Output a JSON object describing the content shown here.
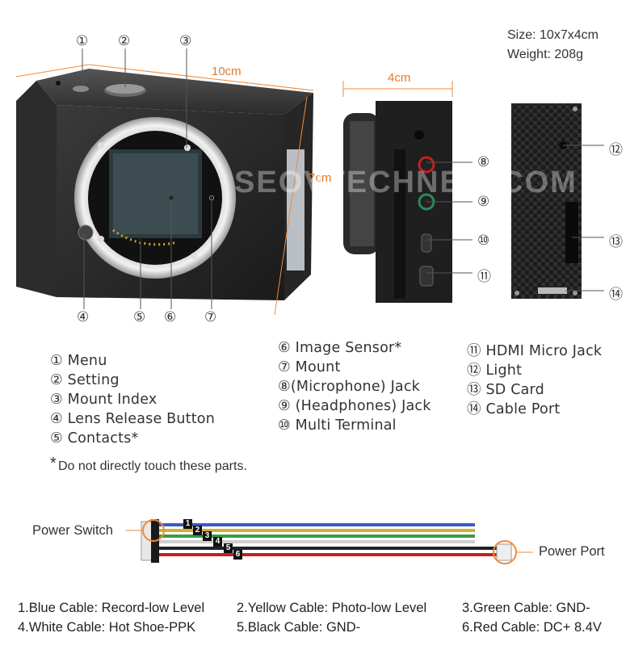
{
  "specs": {
    "size": "Size: 10x7x4cm",
    "weight": "Weight: 208g"
  },
  "dimensions": {
    "width": "10cm",
    "height": "7cm",
    "depth": "4cm"
  },
  "watermark": "SEOVTECHNEW.COM",
  "callouts": [
    "①",
    "②",
    "③",
    "④",
    "⑤",
    "⑥",
    "⑦",
    "⑧",
    "⑨",
    "⑩",
    "⑪",
    "⑫",
    "⑬",
    "⑭"
  ],
  "legend": {
    "col1": [
      "① Menu",
      "② Setting",
      "③ Mount Index",
      "④ Lens Release Button",
      "⑤ Contacts*"
    ],
    "col2": [
      "⑥ Image Sensor*",
      "⑦ Mount",
      "⑧(Microphone) Jack",
      "⑨ (Headphones) Jack",
      "⑩ Multi Terminal"
    ],
    "col3": [
      "⑪ HDMI Micro Jack",
      "⑫ Light",
      "⑬ SD Card",
      "⑭ Cable Port"
    ]
  },
  "footnote": {
    "star": "*",
    "text": "Do not directly touch these parts."
  },
  "cable": {
    "power_switch": "Power Switch",
    "power_port": "Power Port",
    "wire_numbers": [
      "1",
      "2",
      "3",
      "4",
      "5",
      "6"
    ],
    "wire_colors": [
      "#3a5bc4",
      "#d4b12a",
      "#3a9a4a",
      "#cfcfcf",
      "#222222",
      "#c42020"
    ],
    "accent": "#f08a3a"
  },
  "cable_descriptions": [
    "1.Blue Cable: Record-low Level",
    "2.Yellow Cable: Photo-low Level",
    "3.Green Cable: GND-",
    "4.White Cable: Hot Shoe-PPK",
    "5.Black Cable: GND-",
    "6.Red Cable: DC+ 8.4V"
  ]
}
